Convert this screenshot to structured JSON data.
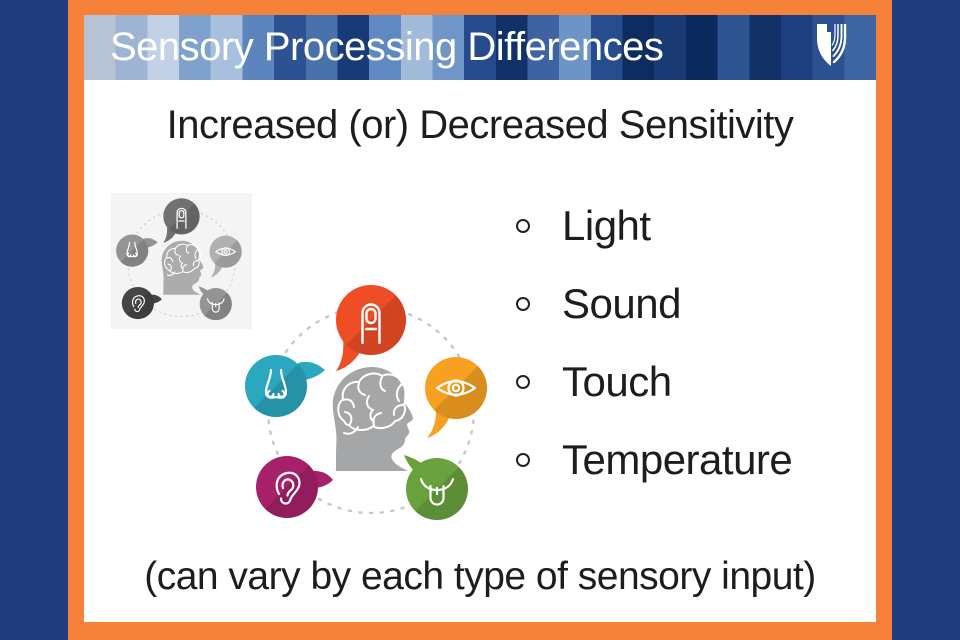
{
  "banner": {
    "title": "Sensory Processing Differences",
    "logo_icon": "u-shield-logo"
  },
  "main": {
    "heading": "Increased (or) Decreased Sensitivity",
    "bullets": [
      "Light",
      "Sound",
      "Touch",
      "Temperature"
    ],
    "footer": "(can vary by each type of sensory input)"
  },
  "graphic": {
    "center_icon": "head-brain-icon",
    "senses": [
      {
        "name": "touch",
        "icon": "finger-icon",
        "color": "#ee4d26"
      },
      {
        "name": "smell",
        "icon": "nose-icon",
        "color": "#2ba7c0"
      },
      {
        "name": "sight",
        "icon": "eye-icon",
        "color": "#f6a122"
      },
      {
        "name": "hearing",
        "icon": "ear-icon",
        "color": "#a62169"
      },
      {
        "name": "taste",
        "icon": "tongue-icon",
        "color": "#69a23d"
      }
    ]
  },
  "colors": {
    "page_background_navy": "#1f3d7c",
    "frame_orange": "#f58238",
    "banner_text": "#ffffff",
    "body_text": "#1d1d1d"
  }
}
